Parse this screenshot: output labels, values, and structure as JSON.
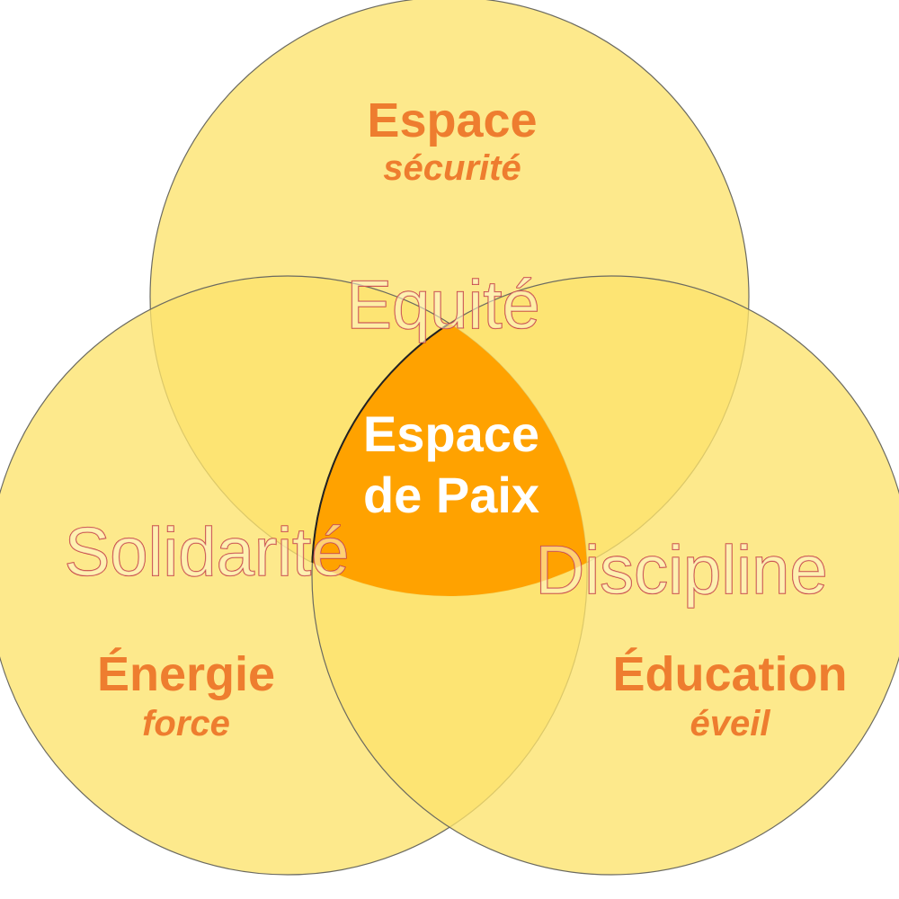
{
  "colors": {
    "circle_fill": "#fde36b",
    "center_fill": "#ffa200",
    "label_color": "#ee7d2f",
    "outline_stroke": "#c2383c",
    "center_text": "#ffffff"
  },
  "sets": {
    "top": {
      "title": "Espace",
      "subtitle": "sécurité"
    },
    "left": {
      "title": "Énergie",
      "subtitle": "force"
    },
    "right": {
      "title": "Éducation",
      "subtitle": "éveil"
    }
  },
  "intersections": {
    "top_left": "Solidarité",
    "top_right": "Equité",
    "left_right": "Discipline"
  },
  "center": {
    "line1": "Espace",
    "line2": "de Paix"
  }
}
